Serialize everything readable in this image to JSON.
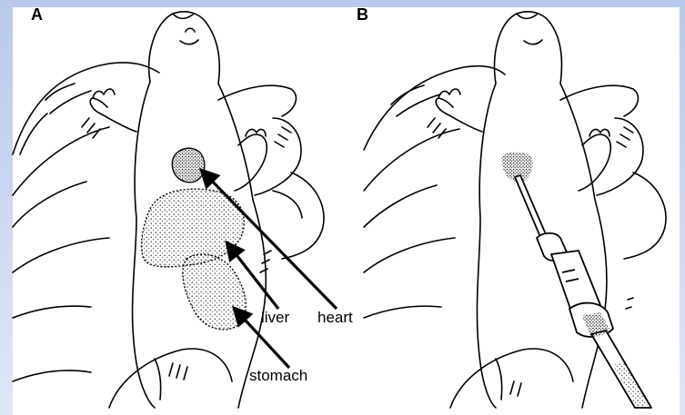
{
  "figure": {
    "panels": [
      {
        "letter": "A"
      },
      {
        "letter": "B"
      }
    ],
    "labels": {
      "liver": "liver",
      "heart": "heart",
      "stomach": "stomach"
    }
  }
}
